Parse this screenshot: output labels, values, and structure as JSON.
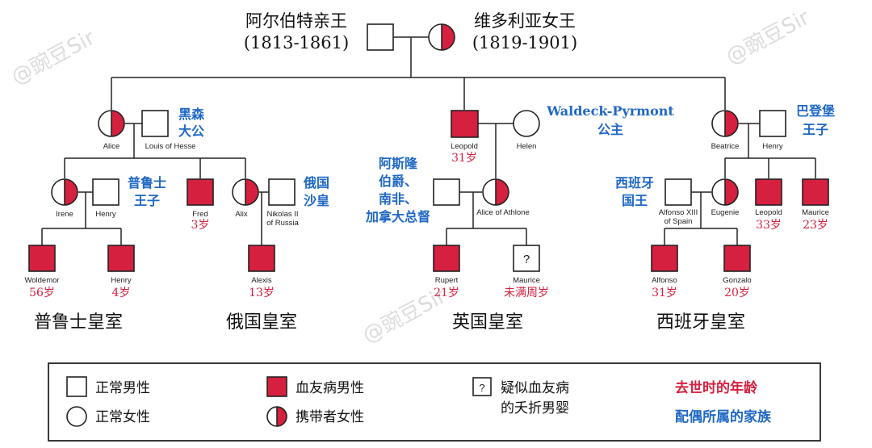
{
  "colors": {
    "affected": "#d5203f",
    "spouse_family": "#1f68c4",
    "age_red": "#d5203f",
    "line": "#222222",
    "watermark": "#dcdcdc"
  },
  "watermark": "@豌豆Sir",
  "top": {
    "albert_name": "阿尔伯特亲王",
    "albert_years": "(1813-1861)",
    "victoria_name": "维多利亚女王",
    "victoria_years": "(1819-1901)"
  },
  "people": {
    "alice": "Alice",
    "louis": "Louis of Hesse",
    "leopold_duke": "Leopold",
    "helen": "Helen",
    "beatrice": "Beatrice",
    "henry_batt": "Henry",
    "irene": "Irene",
    "henry_prussia": "Henry",
    "fred": "Fred",
    "alix": "Alix",
    "nikolas_l1": "Nikolas II",
    "nikolas_l2": "of Russia",
    "athlone_husband": "",
    "alice_athlone": "Alice of Athlone",
    "alfonso_xiii_l1": "Alfonso XIII",
    "alfonso_xiii_l2": "of Spain",
    "eugenie": "Eugenie",
    "leopold_bat": "Leopold",
    "maurice_bat": "Maurice",
    "woldemor": "Woldemor",
    "henry_jr": "Henry",
    "alexis": "Alexis",
    "rupert": "Rupert",
    "maurice_ath": "Maurice",
    "alfonso": "Alfonso",
    "gonzalo": "Gonzalo",
    "unknown_mark": "?"
  },
  "ages": {
    "leopold_duke": "31岁",
    "fred": "3岁",
    "leopold_bat": "33岁",
    "maurice_bat": "23岁",
    "woldemor": "56岁",
    "henry_jr": "4岁",
    "alexis": "13岁",
    "rupert": "21岁",
    "maurice_ath": "未满周岁",
    "alfonso": "31岁",
    "gonzalo": "20岁"
  },
  "spouse_labels": {
    "hesse_l1": "黑森",
    "hesse_l2": "大公",
    "waldeck_l1": "Waldeck-Pyrmont",
    "waldeck_l2": "公主",
    "baden_l1": "巴登堡",
    "baden_l2": "王子",
    "prussia_l1": "普鲁士",
    "prussia_l2": "王子",
    "russia_l1": "俄国",
    "russia_l2": "沙皇",
    "athlone_l1": "阿斯隆",
    "athlone_l2": "伯爵、",
    "athlone_l3": "南非、",
    "athlone_l4": "加拿大总督",
    "spain_l1": "西班牙",
    "spain_l2": "国王"
  },
  "houses": {
    "prussia": "普鲁士皇室",
    "russia": "俄国皇室",
    "britain": "英国皇室",
    "spain": "西班牙皇室"
  },
  "legend": {
    "normal_male": "正常男性",
    "normal_female": "正常女性",
    "hemophilia_male": "血友病男性",
    "carrier_female": "携带者女性",
    "question_mark": "?",
    "suspect_l1": "疑似血友病",
    "suspect_l2": "的夭折男婴",
    "death_age": "去世时的年龄",
    "spouse_family": "配偶所属的家族"
  }
}
